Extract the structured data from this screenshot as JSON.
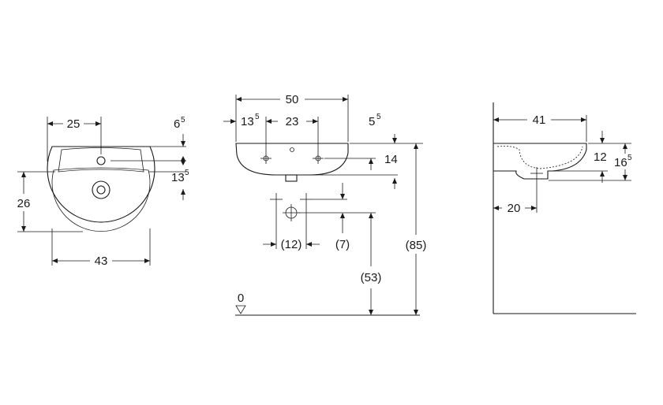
{
  "views": {
    "top": {
      "dim_width": "25",
      "dim_depth": "26",
      "dim_overall": "43",
      "dim_rim_base": "6",
      "dim_rim_sup": "5",
      "dim_tap_base": "13",
      "dim_tap_sup": "5"
    },
    "front": {
      "dim_width": "50",
      "dim_tap_left_base": "13",
      "dim_tap_left_sup": "5",
      "dim_tap_spacing": "23",
      "dim_rim_base": "5",
      "dim_rim_sup": "5",
      "dim_height": "14",
      "dim_drain_offset": "(12)",
      "dim_drain_depth": "(7)",
      "dim_drain_height": "(53)",
      "dim_mount_height": "(85)",
      "floor_label": "0"
    },
    "side": {
      "dim_depth": "41",
      "dim_height": "12",
      "dim_total_base": "16",
      "dim_total_sup": "5",
      "dim_wall": "20"
    }
  }
}
